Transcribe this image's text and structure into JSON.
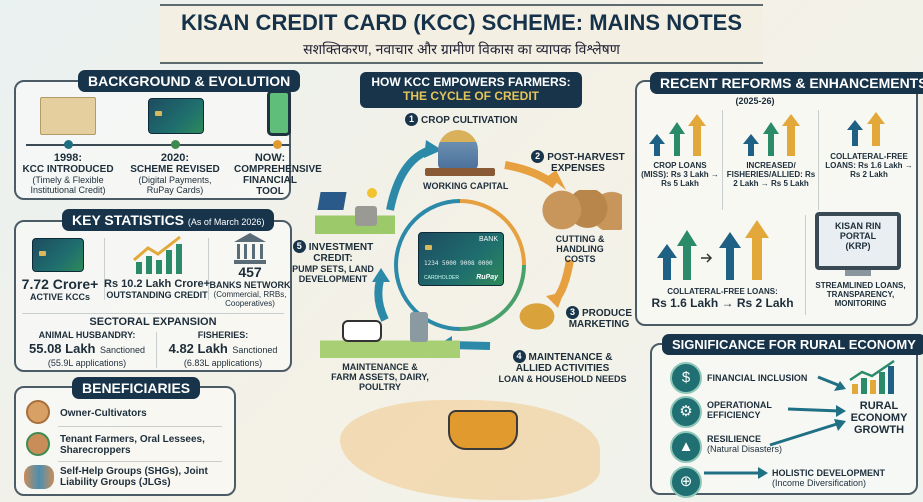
{
  "header": {
    "title": "KISAN CREDIT CARD (KCC) SCHEME: MAINS NOTES",
    "subtitle": "सशक्तिकरण, नवाचार और ग्रामीण विकास का व्यापक विश्लेषण"
  },
  "background": {
    "title": "BACKGROUND & EVOLUTION",
    "milestones": [
      {
        "year": "1998:",
        "headline": "KCC INTRODUCED",
        "detail": "(Timely & Flexible Institutional Credit)",
        "dot_color": "#1f6f80"
      },
      {
        "year": "2020:",
        "headline": "SCHEME REVISED",
        "detail": "(Digital Payments, RuPay Cards)",
        "dot_color": "#3e8a4a"
      },
      {
        "year": "NOW:",
        "headline": "COMPREHENSIVE FINANCIAL TOOL",
        "detail": "",
        "dot_color": "#e09a2d"
      }
    ]
  },
  "stats": {
    "title": "KEY STATISTICS",
    "as_of": "(As of March 2026)",
    "items": [
      {
        "value": "7.72 Crore+",
        "label": "ACTIVE KCCs"
      },
      {
        "value": "Rs 10.2 Lakh Crore+",
        "label": "OUTSTANDING CREDIT"
      },
      {
        "value": "457",
        "label": "BANKS NETWORK",
        "detail": "(Commercial, RRBs, Cooperatives)"
      }
    ],
    "sectoral_title": "SECTORAL EXPANSION",
    "sectors": [
      {
        "name": "ANIMAL HUSBANDRY:",
        "value": "55.08 Lakh",
        "unit": "Sanctioned",
        "detail": "(55.9L applications)"
      },
      {
        "name": "FISHERIES:",
        "value": "4.82 Lakh",
        "unit": "Sanctioned",
        "detail": "(6.83L applications)"
      }
    ]
  },
  "beneficiaries": {
    "title": "BENEFICIARIES",
    "items": [
      "Owner-Cultivators",
      "Tenant Farmers, Oral Lessees, Sharecroppers",
      "Self-Help Groups (SHGs), Joint Liability Groups (JLGs)"
    ]
  },
  "cycle": {
    "title_line1": "HOW KCC EMPOWERS FARMERS:",
    "title_line2": "THE CYCLE OF CREDIT",
    "steps": [
      {
        "num": "1",
        "title": "CROP CULTIVATION",
        "caption": "WORKING CAPITAL"
      },
      {
        "num": "2",
        "title": "POST-HARVEST EXPENSES",
        "caption": "CUTTING & HANDLING COSTS"
      },
      {
        "num": "3",
        "title": "PRODUCE MARKETING",
        "caption": ""
      },
      {
        "num": "4",
        "title": "MAINTENANCE & ALLIED ACTIVITIES",
        "caption": "LOAN & HOUSEHOLD NEEDS"
      },
      {
        "num": "5",
        "title": "INVESTMENT CREDIT:",
        "caption": "PUMP SETS, LAND DEVELOPMENT"
      }
    ],
    "farm_caption_1": "MAINTENANCE &",
    "farm_caption_2": "FARM ASSETS, DAIRY, POULTRY",
    "card": {
      "bank": "BANK",
      "number": "1234 5000 9008 0000",
      "holder": "CARDHOLDER",
      "brand": "RuPay"
    }
  },
  "reforms": {
    "title": "RECENT REFORMS & ENHANCEMENTS",
    "period": "(2025-26)",
    "items": [
      "CROP LOANS (MISS): Rs 3 Lakh → Rs 5 Lakh",
      "INCREASED/ FISHERIES/ALLIED: Rs 2 Lakh → Rs 5 Lakh",
      "COLLATERAL-FREE LOANS: Rs 1.6 Lakh → Rs 2 Lakh"
    ],
    "big_label": "COLLATERAL-FREE LOANS:",
    "big_value": "Rs 1.6 Lakh → Rs 2 Lakh",
    "portal": {
      "name": "KISAN RIN PORTAL (KRP)",
      "caption": "STREAMLINED LOANS, TRANSPARENCY, MONITORING"
    }
  },
  "significance": {
    "title": "SIGNIFICANCE FOR RURAL ECONOMY",
    "items": [
      {
        "label": "FINANCIAL INCLUSION",
        "detail": ""
      },
      {
        "label": "OPERATIONAL EFFICIENCY",
        "detail": ""
      },
      {
        "label": "RESILIENCE",
        "detail": "(Natural Disasters)"
      },
      {
        "label": "HOLISTIC DEVELOPMENT",
        "detail": "(Income Diversification)"
      }
    ],
    "result": "RURAL ECONOMY GROWTH"
  },
  "colors": {
    "navy": "#17344a",
    "teal": "#1f6f73",
    "green": "#2f8a5a",
    "gold": "#e3a83a",
    "orange": "#e08a2a"
  }
}
